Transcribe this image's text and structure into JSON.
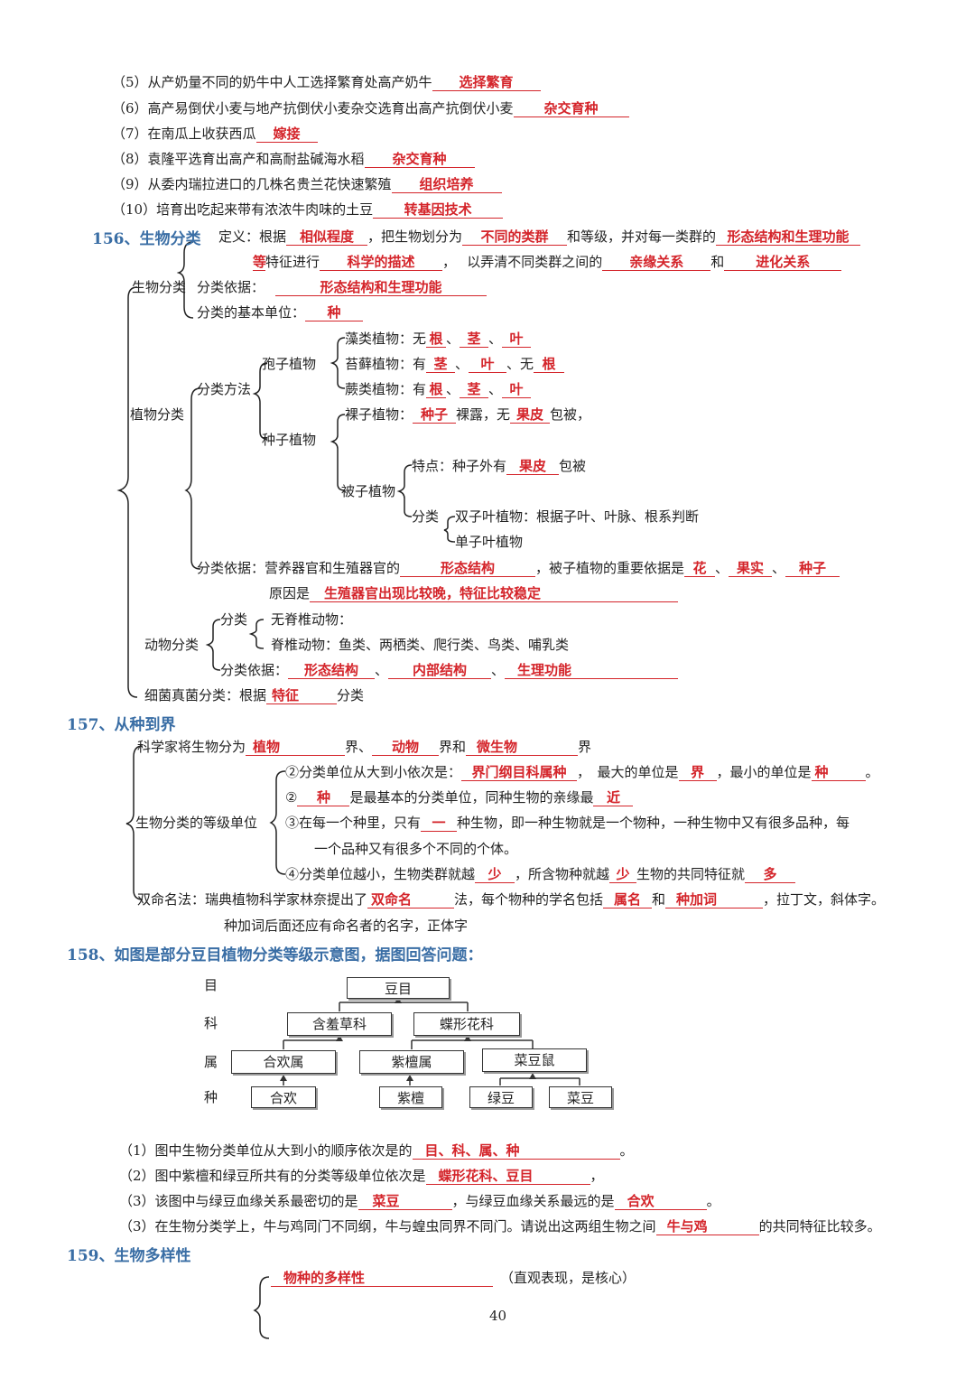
{
  "top": [
    {
      "pre": "（5）从产奶量不同的奶牛中人工选择繁育处高产奶牛",
      "ans": "选择繁育"
    },
    {
      "pre": "（6）高产易倒伏小麦与地产抗倒伏小麦杂交选育出高产抗倒伏小麦",
      "ans": "杂交育种"
    },
    {
      "pre": "（7）在南瓜上收获西瓜",
      "ans": "嫁接"
    },
    {
      "pre": "（8）袁隆平选育出高产和高耐盐碱海水稻",
      "ans": "杂交育种"
    },
    {
      "pre": "（9）从委内瑞拉进口的几株名贵兰花快速繁殖",
      "ans": "组织培养"
    },
    {
      "pre": "（10）培育出吃起来带有浓浓牛肉味的土豆",
      "ans": "转基因技术"
    }
  ],
  "s156": {
    "title": "156、生物分类",
    "def_a": "定义：根据",
    "a_similar": "相似程度",
    "def_b": "，把生物划分为",
    "a_groups": "不同的类群",
    "def_c": "和等级，并对每一类群的",
    "a_morph": "形态结构和生理功能",
    "a_deng": "等",
    "def_d": "特征进行",
    "a_desc": "科学的描述",
    "def_e": "，　 以弄清不同类群之间的",
    "a_kin": "亲缘关系",
    "def_f": "和",
    "a_evo": "进化关系",
    "bio_class": "生物分类",
    "basis_label": "分类依据：",
    "basis_ans": "形态结构和生理功能",
    "unit_label": "分类的基本单位：",
    "unit_ans": "种",
    "plant_class": "植物分类",
    "method": "分类方法",
    "spore": "孢子植物",
    "algae": "藻类植物：无",
    "algae_a1": "根",
    "algae_a2": "茎",
    "algae_a3": "叶",
    "moss": "苔藓植物：有",
    "moss_a1": "茎",
    "moss_a2": "叶",
    "moss_mid": "、无",
    "moss_a3": "根",
    "fern": "蕨类植物：有",
    "fern_a1": "根",
    "fern_a2": "茎",
    "fern_a3": "叶",
    "seed": "种子植物",
    "gymno": "裸子植物：",
    "gymno_a1": "种子",
    "gymno_b": "裸露，无",
    "gymno_a2": "果皮",
    "gymno_c": "包被，",
    "angio": "被子植物",
    "feat": "特点：种子外有",
    "feat_a": "果皮",
    "feat_b": "包被",
    "cls": "分类",
    "dicot": "双子叶植物：根据子叶、叶脉、根系判断",
    "monocot": "单子叶植物",
    "pb_a": "分类依据：营养器官和生殖器官的",
    "pb_a1": "形态结构",
    "pb_b": "，被子植物的重要依据是",
    "pb_a2": "花",
    "pb_a3": "果实",
    "pb_a4": "种子",
    "reason": "原因是",
    "reason_a": "生殖器官出现比较晚，特征比较稳定",
    "animal_class": "动物分类",
    "an_cls": "分类",
    "invert": "无脊椎动物：",
    "vert": "脊椎动物：鱼类、两栖类、爬行类、鸟类、哺乳类",
    "an_basis": "分类依据：",
    "an_a1": "形态结构",
    "an_a2": "内部结构",
    "an_a3": "生理功能",
    "bact": "细菌真菌分类：根据",
    "bact_a": "特征",
    "bact_b": "分类"
  },
  "s157": {
    "title": "157、从种到界",
    "l1_a": "科学家将生物分为",
    "k1": "植物",
    "l1_b": "界、",
    "k2": "动物",
    "l1_c": "界和",
    "k3": "微生物",
    "l1_d": "界",
    "rank": "生物分类的等级单位",
    "r1_a": "②分类单位从大到小依次是：",
    "r1_ans": "界门纲目科属种",
    "r1_b": "，　最大的单位是",
    "r1_big": "界",
    "r1_c": "，最小的单位是",
    "r1_small": "种",
    "r1_d": "。",
    "r2_a": "②",
    "r2_ans": "种",
    "r2_b": "是最基本的分类单位，同种生物的亲缘最",
    "r2_near": "近",
    "r3_a": "③在每一个种里，只有",
    "r3_ans": "一",
    "r3_b": "种生物，即一种生物就是一个物种，一种生物中又有很多品种，每",
    "r3_c": "一个品种又有很多个不同的个体。",
    "r4_a": "④分类单位越小，生物类群就越",
    "r4_a1": "少",
    "r4_b": "，所含物种就越",
    "r4_a2": "少",
    "r4_c": "生物的共同特征就",
    "r4_a3": "多",
    "bn_a": "双命名法：瑞典植物科学家林奈提出了",
    "bn_a1": "双命名",
    "bn_b": "法，每个物种的学名包括",
    "bn_a2": "属名",
    "bn_c": "和",
    "bn_a3": "种加词",
    "bn_d": "，拉丁文，斜体字。",
    "bn_e": "种加词后面还应有命名者的名字，正体字"
  },
  "s158": {
    "title": "158、如图是部分豆目植物分类等级示意图，据图回答问题：",
    "rank_labels": [
      "目",
      "科",
      "属",
      "种"
    ],
    "order": "豆目",
    "families": [
      "含羞草科",
      "蝶形花科"
    ],
    "genera": [
      "合欢属",
      "紫檀属",
      "菜豆鼠"
    ],
    "species": [
      "合欢",
      "紫檀",
      "绿豆",
      "菜豆"
    ],
    "q1_a": "（1）图中生物分类单位从大到小的顺序依次是的",
    "q1_ans": "目、科、属、种",
    "q1_b": "。",
    "q2_a": "（2）图中紫檀和绿豆所共有的分类等级单位依次是",
    "q2_ans": "蝶形花科、豆目",
    "q2_b": "，",
    "q3_a": "（3）该图中与绿豆血缘关系最密切的是",
    "q3_a1": "菜豆",
    "q3_b": "，与绿豆血缘关系最远的是",
    "q3_a2": "合欢",
    "q3_c": "。",
    "q4_a": "（3）在生物分类学上，牛与鸡同门不同纲，牛与蝗虫同界不同门。请说出这两组生物之间",
    "q4_ans": "牛与鸡",
    "q4_b": "的共同特征比较多。"
  },
  "s159": {
    "title": "159、生物多样性",
    "l1_ans": "物种的多样性",
    "l1_b": "（直观表现，是核心）"
  },
  "page_number": "40"
}
